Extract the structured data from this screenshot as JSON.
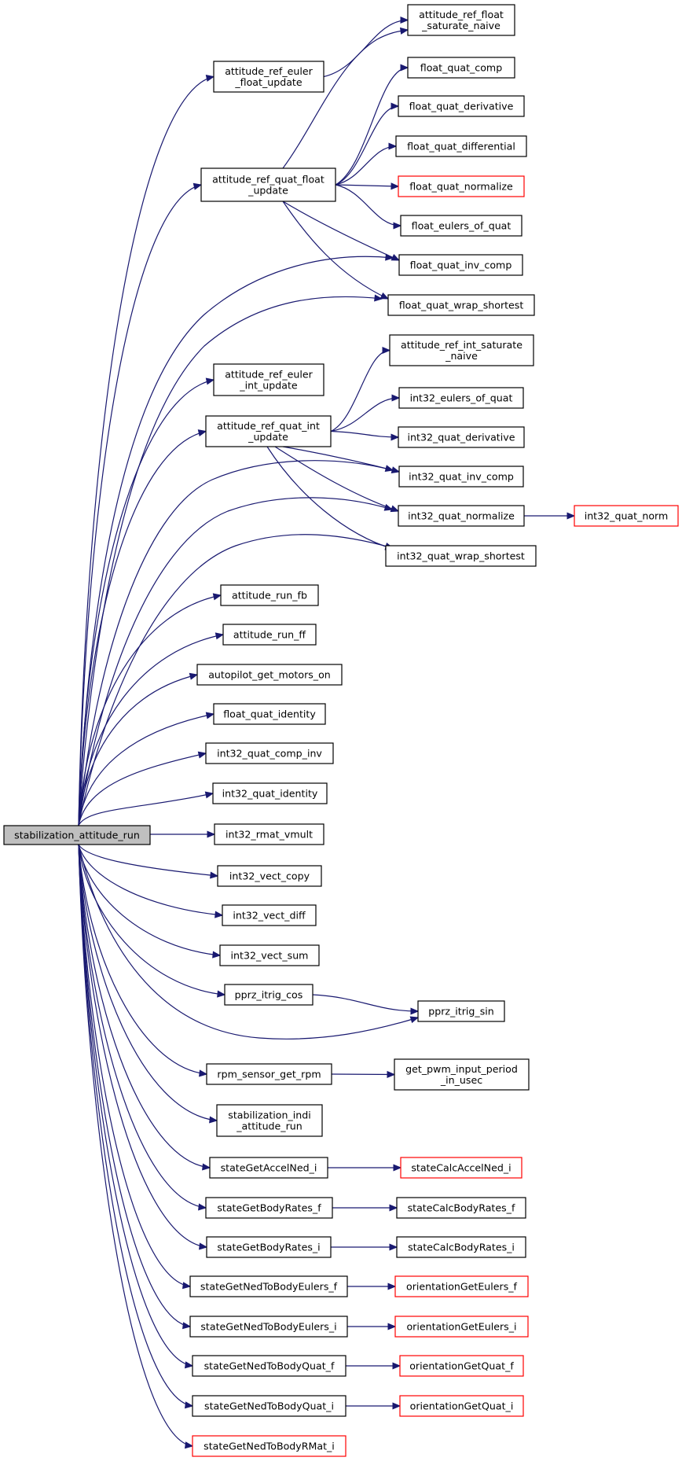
{
  "diagram": {
    "root": "stabilization_attitude_run",
    "colors": {
      "edge": "#191970",
      "node_border": "#000000",
      "truncated_border": "#ff0000",
      "root_fill": "#bfbfbf"
    },
    "nodes": [
      {
        "id": "stabilization_attitude_run",
        "lines": [
          "stabilization_attitude_run"
        ],
        "style": "root"
      },
      {
        "id": "attitude_ref_euler_float_update",
        "lines": [
          "attitude_ref_euler",
          "_float_update"
        ],
        "style": "normal"
      },
      {
        "id": "attitude_ref_quat_float_update",
        "lines": [
          "attitude_ref_quat_float",
          "_update"
        ],
        "style": "normal"
      },
      {
        "id": "attitude_ref_float_saturate_naive",
        "lines": [
          "attitude_ref_float",
          "_saturate_naive"
        ],
        "style": "normal"
      },
      {
        "id": "float_quat_comp",
        "lines": [
          "float_quat_comp"
        ],
        "style": "normal"
      },
      {
        "id": "float_quat_derivative",
        "lines": [
          "float_quat_derivative"
        ],
        "style": "normal"
      },
      {
        "id": "float_quat_differential",
        "lines": [
          "float_quat_differential"
        ],
        "style": "normal"
      },
      {
        "id": "float_quat_normalize",
        "lines": [
          "float_quat_normalize"
        ],
        "style": "truncated"
      },
      {
        "id": "float_eulers_of_quat",
        "lines": [
          "float_eulers_of_quat"
        ],
        "style": "normal"
      },
      {
        "id": "float_quat_inv_comp",
        "lines": [
          "float_quat_inv_comp"
        ],
        "style": "normal"
      },
      {
        "id": "float_quat_wrap_shortest",
        "lines": [
          "float_quat_wrap_shortest"
        ],
        "style": "normal"
      },
      {
        "id": "attitude_ref_euler_int_update",
        "lines": [
          "attitude_ref_euler",
          "_int_update"
        ],
        "style": "normal"
      },
      {
        "id": "attitude_ref_quat_int_update",
        "lines": [
          "attitude_ref_quat_int",
          "_update"
        ],
        "style": "normal"
      },
      {
        "id": "attitude_ref_int_saturate_naive",
        "lines": [
          "attitude_ref_int_saturate",
          "_naive"
        ],
        "style": "normal"
      },
      {
        "id": "int32_eulers_of_quat",
        "lines": [
          "int32_eulers_of_quat"
        ],
        "style": "normal"
      },
      {
        "id": "int32_quat_derivative",
        "lines": [
          "int32_quat_derivative"
        ],
        "style": "normal"
      },
      {
        "id": "int32_quat_inv_comp",
        "lines": [
          "int32_quat_inv_comp"
        ],
        "style": "normal"
      },
      {
        "id": "int32_quat_normalize",
        "lines": [
          "int32_quat_normalize"
        ],
        "style": "normal"
      },
      {
        "id": "int32_quat_norm",
        "lines": [
          "int32_quat_norm"
        ],
        "style": "truncated"
      },
      {
        "id": "int32_quat_wrap_shortest",
        "lines": [
          "int32_quat_wrap_shortest"
        ],
        "style": "normal"
      },
      {
        "id": "attitude_run_fb",
        "lines": [
          "attitude_run_fb"
        ],
        "style": "normal"
      },
      {
        "id": "attitude_run_ff",
        "lines": [
          "attitude_run_ff"
        ],
        "style": "normal"
      },
      {
        "id": "autopilot_get_motors_on",
        "lines": [
          "autopilot_get_motors_on"
        ],
        "style": "normal"
      },
      {
        "id": "float_quat_identity",
        "lines": [
          "float_quat_identity"
        ],
        "style": "normal"
      },
      {
        "id": "int32_quat_comp_inv",
        "lines": [
          "int32_quat_comp_inv"
        ],
        "style": "normal"
      },
      {
        "id": "int32_quat_identity",
        "lines": [
          "int32_quat_identity"
        ],
        "style": "normal"
      },
      {
        "id": "int32_rmat_vmult",
        "lines": [
          "int32_rmat_vmult"
        ],
        "style": "normal"
      },
      {
        "id": "int32_vect_copy",
        "lines": [
          "int32_vect_copy"
        ],
        "style": "normal"
      },
      {
        "id": "int32_vect_diff",
        "lines": [
          "int32_vect_diff"
        ],
        "style": "normal"
      },
      {
        "id": "int32_vect_sum",
        "lines": [
          "int32_vect_sum"
        ],
        "style": "normal"
      },
      {
        "id": "pprz_itrig_cos",
        "lines": [
          "pprz_itrig_cos"
        ],
        "style": "normal"
      },
      {
        "id": "pprz_itrig_sin",
        "lines": [
          "pprz_itrig_sin"
        ],
        "style": "normal"
      },
      {
        "id": "rpm_sensor_get_rpm",
        "lines": [
          "rpm_sensor_get_rpm"
        ],
        "style": "normal"
      },
      {
        "id": "get_pwm_input_period_in_usec",
        "lines": [
          "get_pwm_input_period",
          "_in_usec"
        ],
        "style": "normal"
      },
      {
        "id": "stabilization_indi_attitude_run",
        "lines": [
          "stabilization_indi",
          "_attitude_run"
        ],
        "style": "normal"
      },
      {
        "id": "stateGetAccelNed_i",
        "lines": [
          "stateGetAccelNed_i"
        ],
        "style": "normal"
      },
      {
        "id": "stateCalcAccelNed_i",
        "lines": [
          "stateCalcAccelNed_i"
        ],
        "style": "truncated"
      },
      {
        "id": "stateGetBodyRates_f",
        "lines": [
          "stateGetBodyRates_f"
        ],
        "style": "normal"
      },
      {
        "id": "stateCalcBodyRates_f",
        "lines": [
          "stateCalcBodyRates_f"
        ],
        "style": "normal"
      },
      {
        "id": "stateGetBodyRates_i",
        "lines": [
          "stateGetBodyRates_i"
        ],
        "style": "normal"
      },
      {
        "id": "stateCalcBodyRates_i",
        "lines": [
          "stateCalcBodyRates_i"
        ],
        "style": "normal"
      },
      {
        "id": "stateGetNedToBodyEulers_f",
        "lines": [
          "stateGetNedToBodyEulers_f"
        ],
        "style": "normal"
      },
      {
        "id": "orientationGetEulers_f",
        "lines": [
          "orientationGetEulers_f"
        ],
        "style": "truncated"
      },
      {
        "id": "stateGetNedToBodyEulers_i",
        "lines": [
          "stateGetNedToBodyEulers_i"
        ],
        "style": "normal"
      },
      {
        "id": "orientationGetEulers_i",
        "lines": [
          "orientationGetEulers_i"
        ],
        "style": "truncated"
      },
      {
        "id": "stateGetNedToBodyQuat_f",
        "lines": [
          "stateGetNedToBodyQuat_f"
        ],
        "style": "normal"
      },
      {
        "id": "orientationGetQuat_f",
        "lines": [
          "orientationGetQuat_f"
        ],
        "style": "truncated"
      },
      {
        "id": "stateGetNedToBodyQuat_i",
        "lines": [
          "stateGetNedToBodyQuat_i"
        ],
        "style": "normal"
      },
      {
        "id": "orientationGetQuat_i",
        "lines": [
          "orientationGetQuat_i"
        ],
        "style": "truncated"
      },
      {
        "id": "stateGetNedToBodyRMat_i",
        "lines": [
          "stateGetNedToBodyRMat_i"
        ],
        "style": "truncated"
      }
    ],
    "edges": [
      [
        "stabilization_attitude_run",
        "attitude_ref_euler_float_update"
      ],
      [
        "stabilization_attitude_run",
        "attitude_ref_quat_float_update"
      ],
      [
        "stabilization_attitude_run",
        "float_quat_inv_comp"
      ],
      [
        "stabilization_attitude_run",
        "float_quat_wrap_shortest"
      ],
      [
        "stabilization_attitude_run",
        "attitude_ref_euler_int_update"
      ],
      [
        "stabilization_attitude_run",
        "attitude_ref_quat_int_update"
      ],
      [
        "stabilization_attitude_run",
        "int32_quat_inv_comp"
      ],
      [
        "stabilization_attitude_run",
        "int32_quat_normalize"
      ],
      [
        "stabilization_attitude_run",
        "int32_quat_wrap_shortest"
      ],
      [
        "stabilization_attitude_run",
        "attitude_run_fb"
      ],
      [
        "stabilization_attitude_run",
        "attitude_run_ff"
      ],
      [
        "stabilization_attitude_run",
        "autopilot_get_motors_on"
      ],
      [
        "stabilization_attitude_run",
        "float_quat_identity"
      ],
      [
        "stabilization_attitude_run",
        "int32_quat_comp_inv"
      ],
      [
        "stabilization_attitude_run",
        "int32_quat_identity"
      ],
      [
        "stabilization_attitude_run",
        "int32_rmat_vmult"
      ],
      [
        "stabilization_attitude_run",
        "int32_vect_copy"
      ],
      [
        "stabilization_attitude_run",
        "int32_vect_diff"
      ],
      [
        "stabilization_attitude_run",
        "int32_vect_sum"
      ],
      [
        "stabilization_attitude_run",
        "pprz_itrig_cos"
      ],
      [
        "stabilization_attitude_run",
        "pprz_itrig_sin"
      ],
      [
        "stabilization_attitude_run",
        "rpm_sensor_get_rpm"
      ],
      [
        "stabilization_attitude_run",
        "stabilization_indi_attitude_run"
      ],
      [
        "stabilization_attitude_run",
        "stateGetAccelNed_i"
      ],
      [
        "stabilization_attitude_run",
        "stateGetBodyRates_f"
      ],
      [
        "stabilization_attitude_run",
        "stateGetBodyRates_i"
      ],
      [
        "stabilization_attitude_run",
        "stateGetNedToBodyEulers_f"
      ],
      [
        "stabilization_attitude_run",
        "stateGetNedToBodyEulers_i"
      ],
      [
        "stabilization_attitude_run",
        "stateGetNedToBodyQuat_f"
      ],
      [
        "stabilization_attitude_run",
        "stateGetNedToBodyQuat_i"
      ],
      [
        "stabilization_attitude_run",
        "stateGetNedToBodyRMat_i"
      ],
      [
        "attitude_ref_euler_float_update",
        "attitude_ref_float_saturate_naive"
      ],
      [
        "attitude_ref_quat_float_update",
        "attitude_ref_float_saturate_naive"
      ],
      [
        "attitude_ref_quat_float_update",
        "float_quat_comp"
      ],
      [
        "attitude_ref_quat_float_update",
        "float_quat_derivative"
      ],
      [
        "attitude_ref_quat_float_update",
        "float_quat_differential"
      ],
      [
        "attitude_ref_quat_float_update",
        "float_quat_normalize"
      ],
      [
        "attitude_ref_quat_float_update",
        "float_eulers_of_quat"
      ],
      [
        "attitude_ref_quat_float_update",
        "float_quat_inv_comp"
      ],
      [
        "attitude_ref_quat_float_update",
        "float_quat_wrap_shortest"
      ],
      [
        "attitude_ref_quat_int_update",
        "attitude_ref_int_saturate_naive"
      ],
      [
        "attitude_ref_quat_int_update",
        "int32_eulers_of_quat"
      ],
      [
        "attitude_ref_quat_int_update",
        "int32_quat_derivative"
      ],
      [
        "attitude_ref_quat_int_update",
        "int32_quat_inv_comp"
      ],
      [
        "attitude_ref_quat_int_update",
        "int32_quat_normalize"
      ],
      [
        "attitude_ref_quat_int_update",
        "int32_quat_wrap_shortest"
      ],
      [
        "int32_quat_normalize",
        "int32_quat_norm"
      ],
      [
        "pprz_itrig_cos",
        "pprz_itrig_sin"
      ],
      [
        "rpm_sensor_get_rpm",
        "get_pwm_input_period_in_usec"
      ],
      [
        "stateGetAccelNed_i",
        "stateCalcAccelNed_i"
      ],
      [
        "stateGetBodyRates_f",
        "stateCalcBodyRates_f"
      ],
      [
        "stateGetBodyRates_i",
        "stateCalcBodyRates_i"
      ],
      [
        "stateGetNedToBodyEulers_f",
        "orientationGetEulers_f"
      ],
      [
        "stateGetNedToBodyEulers_i",
        "orientationGetEulers_i"
      ],
      [
        "stateGetNedToBodyQuat_f",
        "orientationGetQuat_f"
      ],
      [
        "stateGetNedToBodyQuat_i",
        "orientationGetQuat_i"
      ]
    ]
  }
}
